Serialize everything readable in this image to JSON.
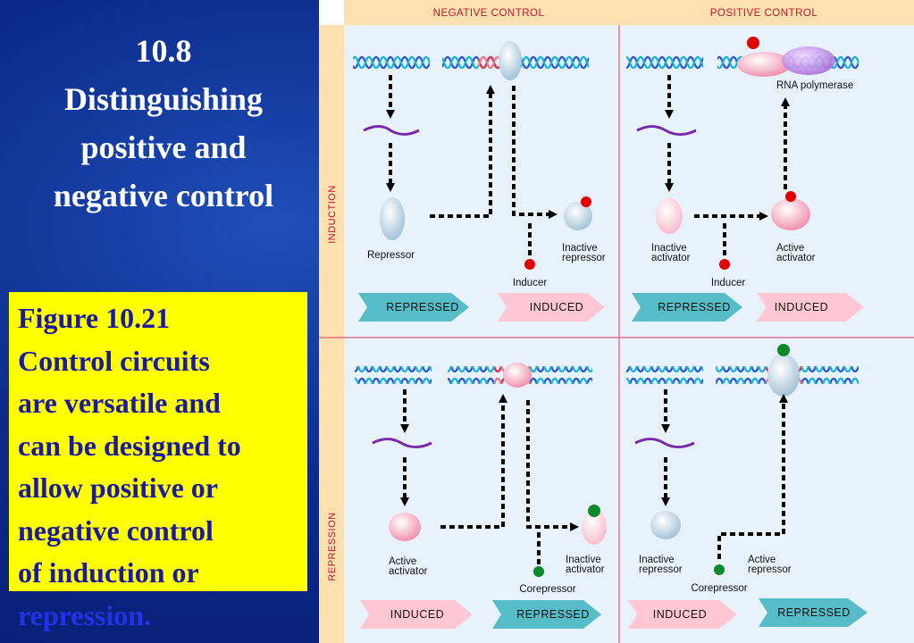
{
  "slide": {
    "title_lines": [
      "10.8",
      "Distinguishing",
      "positive and",
      "negative control"
    ]
  },
  "caption": {
    "lines": [
      "Figure 10.21",
      "Control circuits",
      "are versatile and",
      "can be designed to",
      "allow positive or",
      "negative control",
      "of  induction or",
      "repression."
    ]
  },
  "figure": {
    "columns": {
      "negative": "NEGATIVE CONTROL",
      "positive": "POSITIVE CONTROL"
    },
    "rows": {
      "induction": "INDUCTION",
      "repression": "REPRESSION"
    },
    "panels": {
      "neg_ind": {
        "protein": "Repressor",
        "bound_lines": [
          "Inactive",
          "repressor"
        ],
        "small_molecule": "Inducer",
        "band_left": "REPRESSED",
        "band_right": "INDUCED"
      },
      "pos_ind": {
        "protein_lines": [
          "Inactive",
          "activator"
        ],
        "bound_lines": [
          "Active",
          "activator"
        ],
        "small_molecule": "Inducer",
        "polymerase": "RNA polymerase",
        "band_left": "REPRESSED",
        "band_right": "INDUCED"
      },
      "neg_rep": {
        "protein_lines": [
          "Active",
          "activator"
        ],
        "bound_lines": [
          "Inactive",
          "activator"
        ],
        "small_molecule": "Corepressor",
        "band_left": "INDUCED",
        "band_right": "REPRESSED"
      },
      "pos_rep": {
        "protein_lines": [
          "Inactive",
          "repressor"
        ],
        "bound_lines": [
          "Active",
          "repressor"
        ],
        "small_molecule": "Corepressor",
        "band_left": "INDUCED",
        "band_right": "REPRESSED"
      }
    },
    "colors": {
      "header_bg": "#ffe1b0",
      "panel_bg": "#e8f2fb",
      "label_red": "#c0142b",
      "repressed_band": "#56bcc8",
      "induced_band": "#ffc6d3",
      "inducer_dot": "#e00000",
      "corepressor_dot": "#0a8a2a",
      "mrna": "#7a2aa8"
    }
  }
}
